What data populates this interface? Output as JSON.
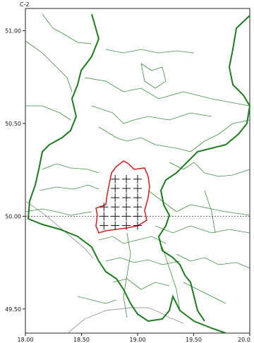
{
  "map": {
    "corner_label": "C-2",
    "x_ticks": [
      {
        "value": 18.0,
        "label": "18.00"
      },
      {
        "value": 18.5,
        "label": "18.50"
      },
      {
        "value": 19.0,
        "label": "19.00"
      },
      {
        "value": 19.5,
        "label": "19.50"
      },
      {
        "value": 20.0,
        "label": "20.0"
      }
    ],
    "y_ticks": [
      {
        "value": 51.0,
        "label": "51.00"
      },
      {
        "value": 50.5,
        "label": "50.50"
      },
      {
        "value": 50.0,
        "label": "50.00"
      },
      {
        "value": 49.5,
        "label": "49.50"
      }
    ],
    "x_range": [
      18.0,
      20.0
    ],
    "y_range": [
      49.37,
      51.12
    ],
    "reference_parallel": 50.0,
    "grid_points": {
      "lons": [
        18.7,
        18.8,
        18.9,
        19.0
      ],
      "lats": [
        49.95,
        50.0,
        50.05,
        50.1,
        50.15,
        50.2
      ]
    },
    "colors": {
      "region_border": "#1e7a1e",
      "district_border": "#3f8f3f",
      "highlight_border": "#cc1f1f",
      "marker": "#111111",
      "other_border": "#999999"
    }
  }
}
